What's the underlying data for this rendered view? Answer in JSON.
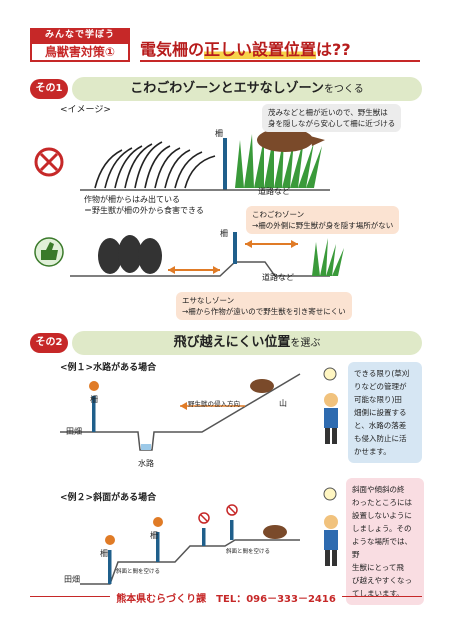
{
  "header": {
    "tag_small": "みんなで学ぼう",
    "tag_big": "鳥獣害対策①",
    "title_pre": "電気柵の",
    "title_highlight": "正しい設置位置",
    "title_post": "は??"
  },
  "section1": {
    "badge": "その1",
    "title_main": "こわごわゾーンとエサなしゾーン",
    "title_small": "をつくる",
    "image_label": "<イメージ>",
    "fence_label_1": "柵",
    "fence_label_2": "柵",
    "road_label_1": "道路など",
    "road_label_2": "道路など",
    "note_hiding": [
      "茂みなどと柵が近いので、野生獣は",
      "身を隠しながら安心して柵に近づける"
    ],
    "note_crops": [
      "作物が柵からはみ出ている",
      "＝野生獣が柵の外から食害できる"
    ],
    "note_kowagowa": [
      "こわごわゾーン",
      "→柵の外側に野生獣が身を隠す場所がない"
    ],
    "note_esanashi": [
      "エサなしゾーン",
      "→柵から作物が遠いので野生獣を引き寄せにくい"
    ]
  },
  "section2": {
    "badge": "その2",
    "title_main": "飛び越えにくい位置",
    "title_small": "を選ぶ",
    "example1_label": "<例１>水路がある場合",
    "example2_label": "<例２>斜面がある場合",
    "fence_label": "柵",
    "field_label_1": "田畑",
    "field_label_2": "田畑",
    "waterway_label": "水路",
    "mountain_label": "山",
    "invasion_label": "野生獣の侵入方向",
    "gap_label_1": "斜面と間を空ける",
    "gap_label_2": "斜面と間を空ける",
    "note_waterway": [
      "できる限り(草刈",
      "りなどの管理が",
      "可能な限り)田",
      "畑側に設置する",
      "と、水路の落差",
      "も侵入防止に活",
      "かせます。"
    ],
    "note_slope": [
      "斜面や傾斜の終",
      "わったところには",
      "設置しないように",
      "しましょう。その",
      "ような場所では、野",
      "生獣にとって飛",
      "び越えやすくなっ",
      "てしまいます。"
    ]
  },
  "footer": {
    "text": "熊本県むらづくり課　TEL：096－333－2416"
  },
  "colors": {
    "accent_red": "#c62828",
    "section_bar": "#dfe9c8",
    "highlight_yellow": "#f7d34a",
    "note_peach": "#fbe3d2",
    "note_blue": "#d6e6f3",
    "note_pink": "#f9dde2",
    "arrow_orange": "#e07b26",
    "fence_blue": "#1f5f8b"
  }
}
